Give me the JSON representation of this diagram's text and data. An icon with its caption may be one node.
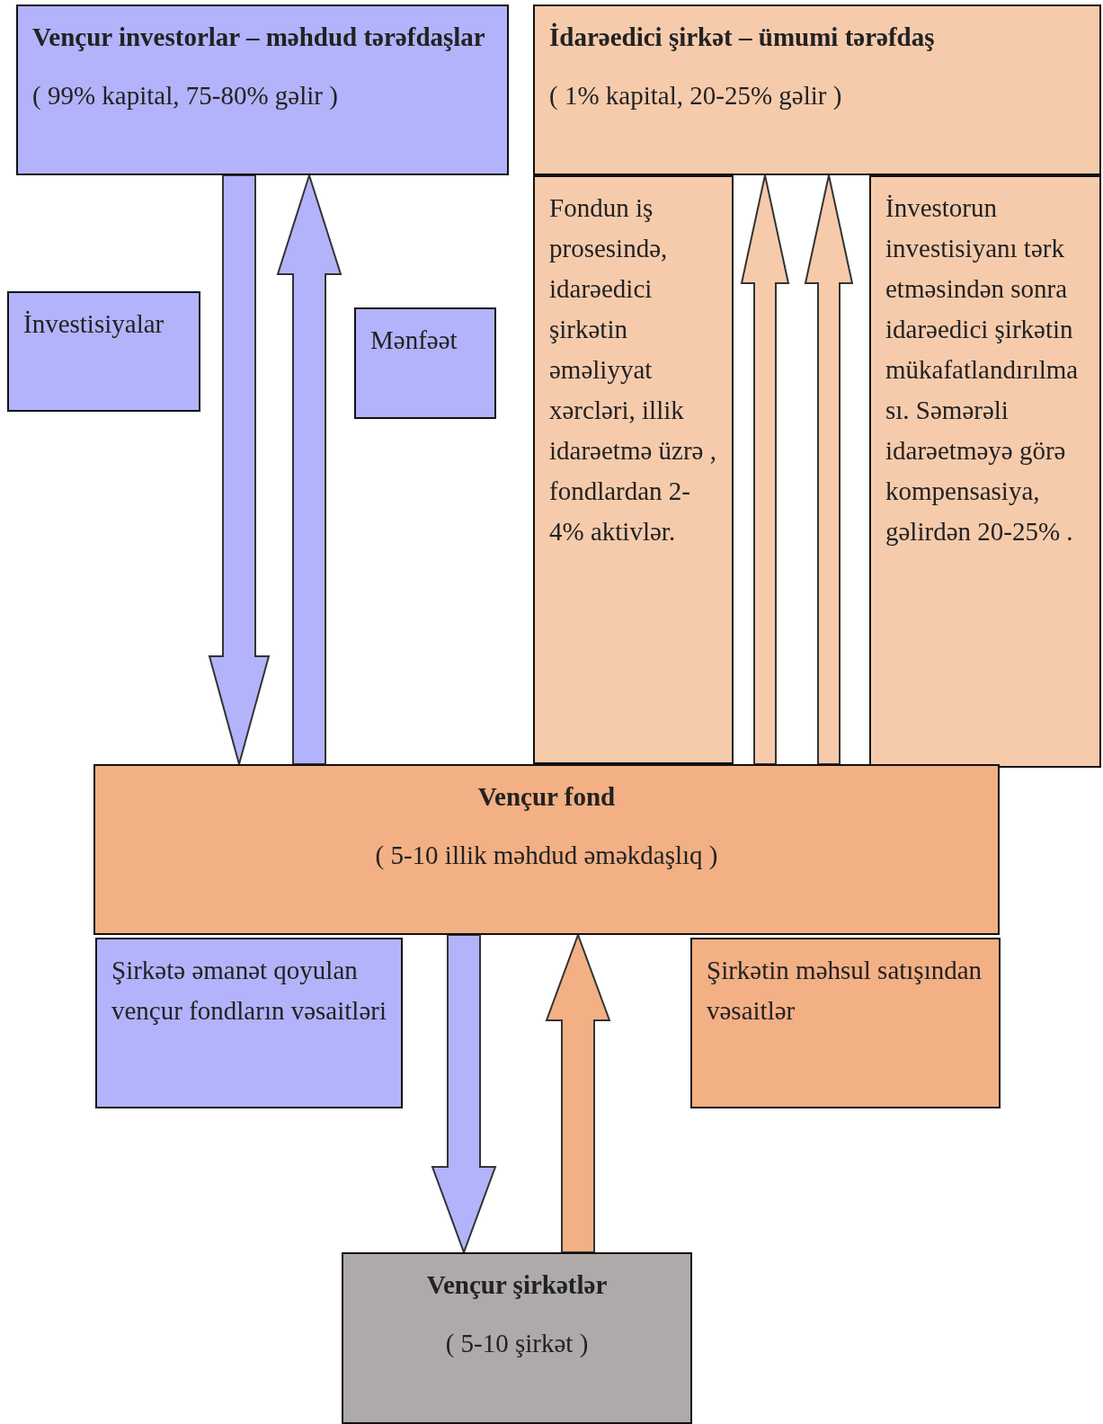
{
  "diagram": {
    "nodes": [
      {
        "text": [
          "Vençur investorlar – məhdud tərəfdaşlar",
          "( 99% kapital, 75-80% gəlir )"
        ]
      },
      {
        "text": [
          "İdarəedici şirkət – ümumi tərəfdaş",
          "( 1% kapital, 20-25% gəlir )"
        ]
      },
      {
        "text": [
          "Fondun iş prosesində, idarəedici şirkətin əməliyyat xərcləri, illik idarəetmə üzrə , fondlardan 2-4% aktivlər."
        ]
      },
      {
        "text": [
          "İnvestorun investisiyanı tərk etməsindən sonra idarəedici şirkətin mükafatlandırılması. Səmərəli idarəetməyə görə kompensasiya, gəlirdən 20-25% ."
        ]
      },
      {
        "text": [
          "İnvestisiyalar"
        ]
      },
      {
        "text": [
          "Mənfəət"
        ]
      },
      {
        "text": [
          "Vençur fond",
          "( 5-10 illik məhdud əməkdaşlıq )"
        ]
      },
      {
        "text": [
          "Şirkətə əmanət qoyulan vençur fondların vəsaitləri"
        ]
      },
      {
        "text": [
          "Şirkətin məhsul satışından vəsaitlər"
        ]
      },
      {
        "text": [
          "Vençur şirkətlər",
          "( 5-10 şirkət )"
        ]
      }
    ],
    "edges": [
      {
        "from": 0,
        "to": 6,
        "arrow": "to",
        "color": "#b3b3fb"
      },
      {
        "from": 6,
        "to": 0,
        "arrow": "to",
        "color": "#b3b3fb"
      },
      {
        "from": 6,
        "to": 1,
        "arrow": "to",
        "color": "#f6cbac"
      },
      {
        "from": 6,
        "to": 1,
        "arrow": "to",
        "color": "#f6cbac"
      },
      {
        "from": 6,
        "to": 9,
        "arrow": "to",
        "color": "#b3b3fb"
      },
      {
        "from": 9,
        "to": 6,
        "arrow": "to",
        "color": "#f3b084"
      }
    ]
  }
}
